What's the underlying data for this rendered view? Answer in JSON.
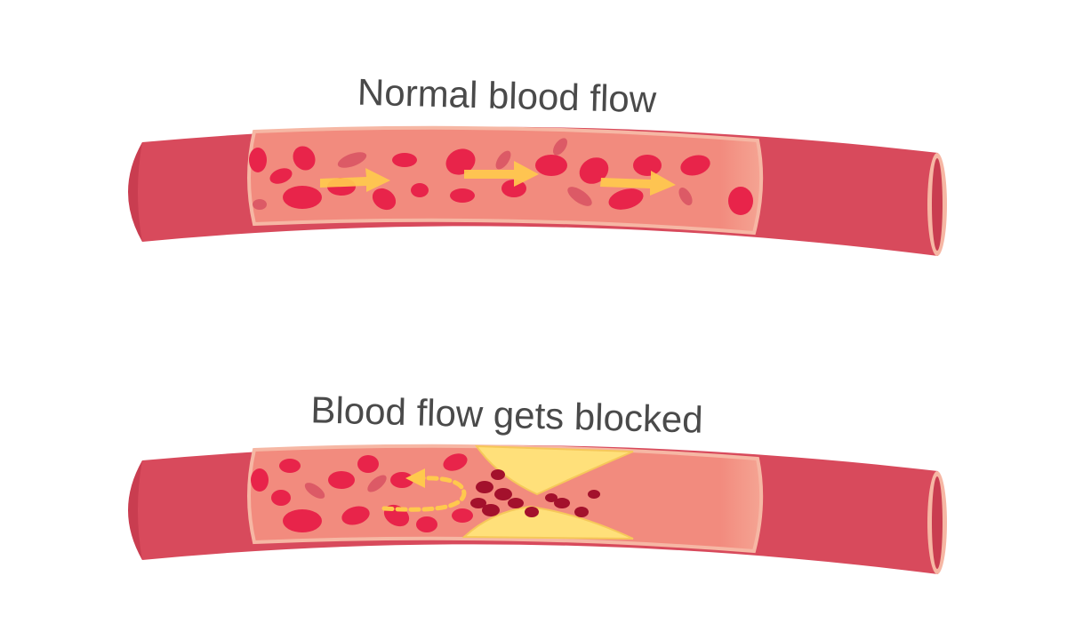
{
  "panels": [
    {
      "id": "normal",
      "title": "Normal blood flow"
    },
    {
      "id": "blocked",
      "title": "Blood flow gets blocked"
    }
  ],
  "colors": {
    "vessel_wall": "#d84a5c",
    "vessel_wall_dark": "#c93d50",
    "lumen": "#f28b7e",
    "lumen_edge": "#f6b7a4",
    "red_cell": "#e8244a",
    "red_cell_faded": "#d95262",
    "clotted_cell": "#a3112c",
    "flow_arrow": "#ffc94d",
    "plaque": "#ffe07a",
    "plaque_edge": "#f6c85a",
    "title_text": "#4a4a4a"
  },
  "icons": [
    "flow-arrow-icon",
    "reverse-flow-arrow-icon"
  ]
}
